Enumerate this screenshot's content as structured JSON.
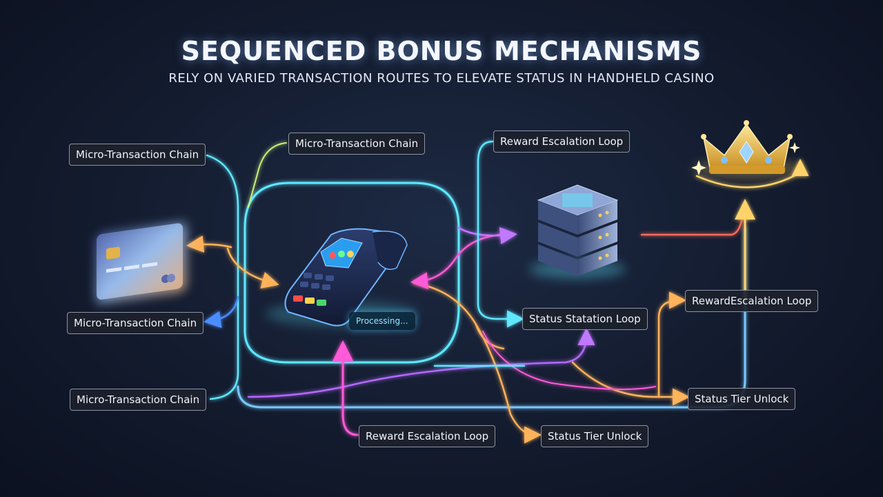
{
  "header": {
    "title": "SEQUENCED BONUS MECHANISMS",
    "subtitle": "RELY ON VARIED TRANSACTION ROUTES TO ELEVATE STATUS IN HANDHELD CASINO"
  },
  "terminal": {
    "status_text": "Processing..."
  },
  "labels": {
    "micro_chain_1": "Micro-Transaction Chain",
    "micro_chain_2": "Micro-Transaction Chain",
    "micro_chain_3": "Micro-Transaction Chain",
    "micro_chain_4": "Micro-Transaction Chain",
    "reward_loop_1": "Reward Escalation Loop",
    "reward_loop_2": "RewardEscalation Loop",
    "reward_loop_3": "Reward Escalation Loop",
    "status_station_loop": "Status Statation Loop",
    "status_tier_unlock_1": "Status Tier Unlock",
    "status_tier_unlock_2": "Status Tier Unlock"
  },
  "colors": {
    "cyan": "#5fe8ff",
    "blue": "#4b8dff",
    "orange": "#ffb35a",
    "magenta": "#ff5ad8",
    "violet": "#b468ff",
    "gold": "#ffd36b",
    "red": "#ff6a5a"
  }
}
